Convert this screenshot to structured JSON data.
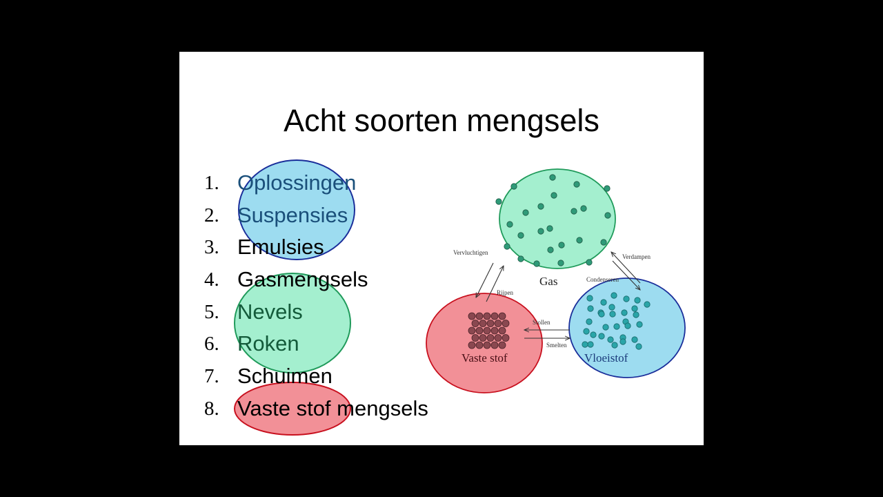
{
  "slide": {
    "title": "Acht soorten mengsels",
    "items": [
      {
        "num": "1.",
        "label": "Oplossingen"
      },
      {
        "num": "2.",
        "label": "Suspensies"
      },
      {
        "num": "3.",
        "label": "Emulsies"
      },
      {
        "num": "4.",
        "label": "Gasmengsels"
      },
      {
        "num": "5.",
        "label": "Nevels"
      },
      {
        "num": "6.",
        "label": "Roken"
      },
      {
        "num": "7.",
        "label": "Schuimen"
      },
      {
        "num": "8.",
        "label": "Vaste stof mengsels"
      }
    ]
  },
  "diagram": {
    "states": {
      "gas": "Gas",
      "solid": "Vaste stof",
      "liquid": "Vloeistof"
    },
    "transitions": {
      "sublimation": "Vervluchtigen",
      "deposition": "Rijpen",
      "evaporation": "Verdampen",
      "condensation": "Condenseren",
      "freezing": "Stollen",
      "melting": "Smelten"
    }
  },
  "colors": {
    "blue_fill": "#9ddcf0",
    "blue_stroke": "#1a2e9a",
    "green_fill": "#a4efcf",
    "green_stroke": "#1f9a5a",
    "red_fill": "#f29097",
    "red_stroke": "#c8101e",
    "particle_gas": "#2f9a78",
    "particle_liquid": "#2aa5a8",
    "particle_solid": "#8a4850"
  }
}
